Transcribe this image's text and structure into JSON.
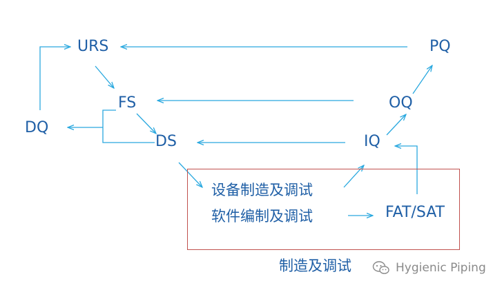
{
  "nodes": {
    "urs": "URS",
    "pq": "PQ",
    "fs": "FS",
    "oq": "OQ",
    "dq": "DQ",
    "ds": "DS",
    "iq": "IQ",
    "equipment": "设备制造及调试",
    "software": "软件编制及调试",
    "fat_sat": "FAT/SAT"
  },
  "box_caption": "制造及调试",
  "watermark": "Hygienic Piping",
  "colors": {
    "arrow": "#29a8df",
    "text": "#1f5fa6",
    "box_border": "#c0504d"
  }
}
